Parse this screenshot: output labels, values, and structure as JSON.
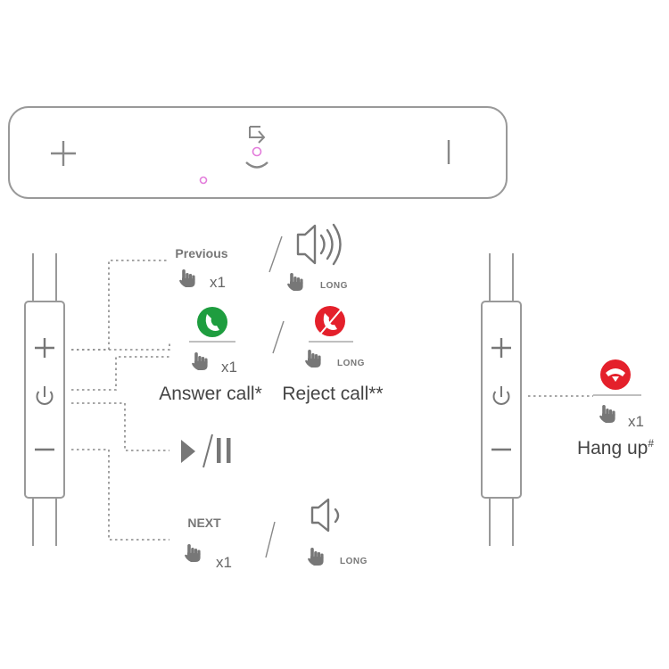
{
  "labels": {
    "previous": "Previous",
    "next": "NEXT",
    "long": "LONG",
    "x1": "x1",
    "answer_call": "Answer call*",
    "reject_call": "Reject call**",
    "hang_up": "Hang up",
    "hang_up_mark": "#"
  },
  "colors": {
    "answer_green": "#1e9d3f",
    "reject_red": "#e4202b",
    "indicator_pink": "#e37cdb"
  }
}
